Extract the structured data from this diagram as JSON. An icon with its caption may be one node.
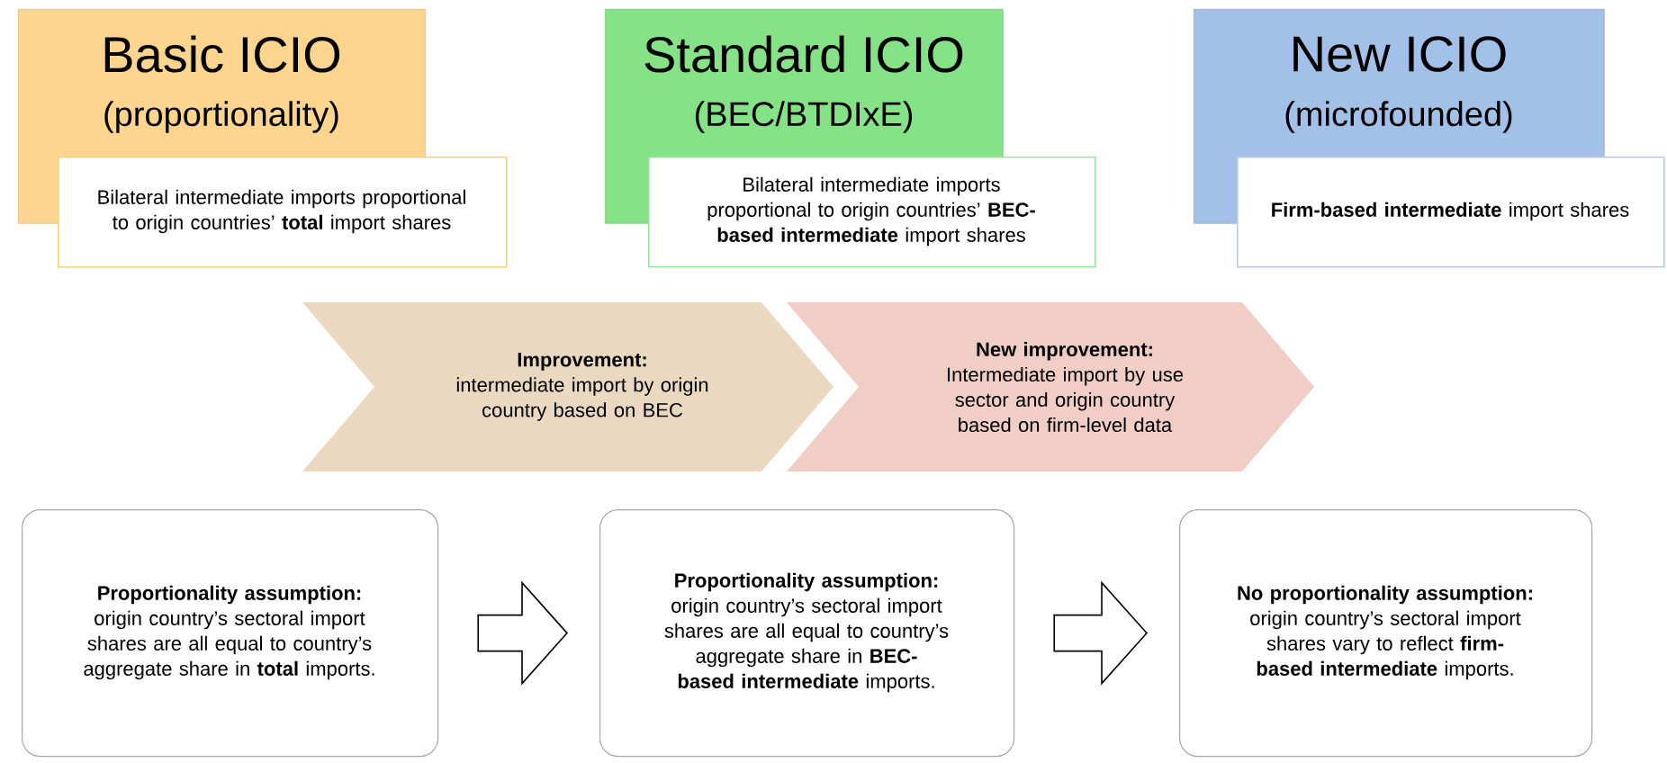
{
  "diagram": {
    "nodes": [
      {
        "text": [
          "Basic ICIO",
          "(proportionality)"
        ]
      },
      {
        "text": [
          "Bilateral intermediate imports proportional to origin countries’ **total** import shares"
        ]
      },
      {
        "text": [
          "Standard ICIO",
          "(BEC/BTDIxE)"
        ]
      },
      {
        "text": [
          "Bilateral intermediate imports proportional to origin countries’ **BEC-based intermediate** import shares"
        ]
      },
      {
        "text": [
          "New ICIO",
          "(microfounded)"
        ]
      },
      {
        "text": [
          "**Firm-based intermediate** import shares"
        ]
      },
      {
        "text": [
          "Improvement:",
          "intermediate import by origin country based on BEC"
        ]
      },
      {
        "text": [
          "New improvement:",
          "Intermediate import by use sector and origin country based on firm-level data"
        ]
      },
      {
        "text": [
          "Proportionality assumption:",
          "origin country’s sectoral import shares are all equal to country’s aggregate share in **total** imports."
        ]
      },
      {
        "text": [
          "Proportionality assumption:",
          "origin country’s sectoral import shares are all equal to country’s aggregate share in **BEC-based intermediate** imports."
        ]
      },
      {
        "text": [
          "No proportionality assumption:",
          "origin country’s sectoral import shares vary to reflect **firm-based intermediate** imports."
        ]
      }
    ],
    "edges": [
      {
        "from": 8,
        "to": 9,
        "arrow": "to"
      },
      {
        "from": 9,
        "to": 10,
        "arrow": "to"
      }
    ]
  }
}
